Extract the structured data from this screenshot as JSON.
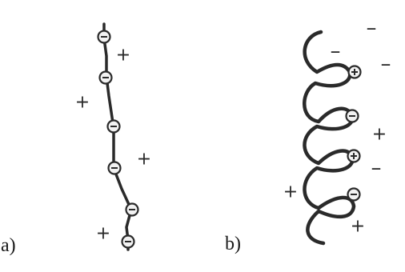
{
  "panels": [
    {
      "label": "a)",
      "structure": "straight-chain",
      "beads": [
        "−",
        "−",
        "−",
        "−",
        "−",
        "−"
      ],
      "surrounding_charges": [
        "+",
        "+",
        "+",
        "+"
      ]
    },
    {
      "label": "b)",
      "structure": "helix",
      "beads": [
        "+",
        "−",
        "+",
        "−"
      ],
      "surrounding_charges": [
        "−",
        "−",
        "−",
        "+",
        "−",
        "+",
        "+"
      ]
    }
  ],
  "colors": {
    "ink": "#2a2a2a",
    "bead_fill": "#f2f2f2",
    "background": "#ffffff"
  }
}
